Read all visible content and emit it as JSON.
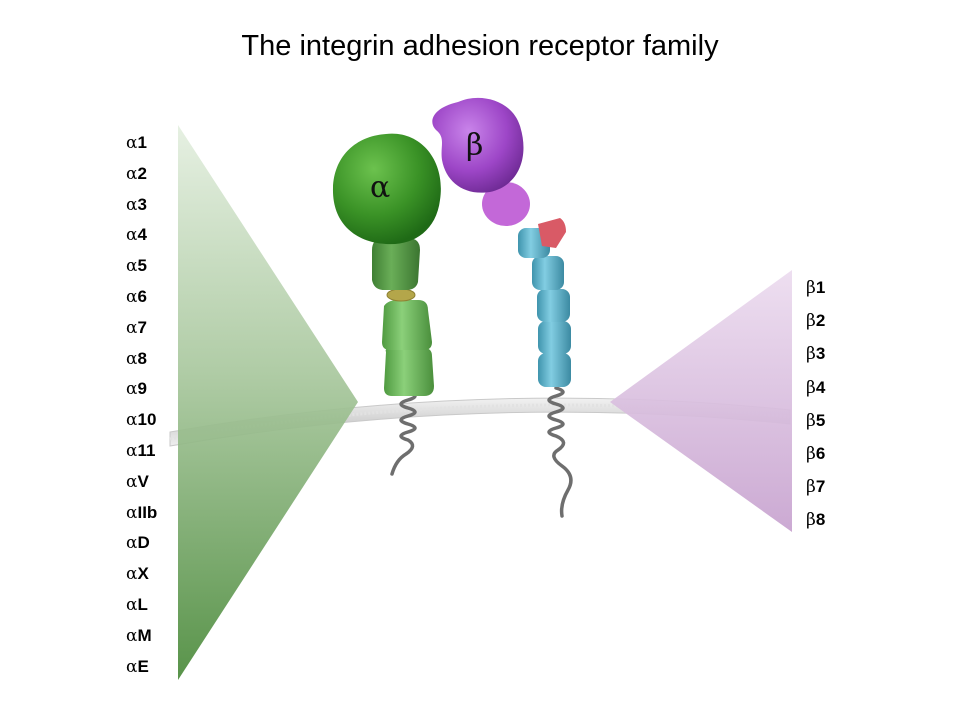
{
  "title": "The integrin adhesion receptor family",
  "alpha_symbol": "α",
  "beta_symbol": "β",
  "alpha_subunits": [
    "1",
    "2",
    "3",
    "4",
    "5",
    "6",
    "7",
    "8",
    "9",
    "10",
    "11",
    "V",
    "IIb",
    "D",
    "X",
    "L",
    "M",
    "E"
  ],
  "beta_subunits": [
    "1",
    "2",
    "3",
    "4",
    "5",
    "6",
    "7",
    "8"
  ],
  "colors": {
    "alpha_head": "#3c9a2a",
    "alpha_leg": "#7cc46a",
    "beta_head": "#a24ccd",
    "beta_leg": "#5fb6cf",
    "alpha_fan": "#4e8f3e",
    "beta_fan": "#c8a0cc"
  }
}
